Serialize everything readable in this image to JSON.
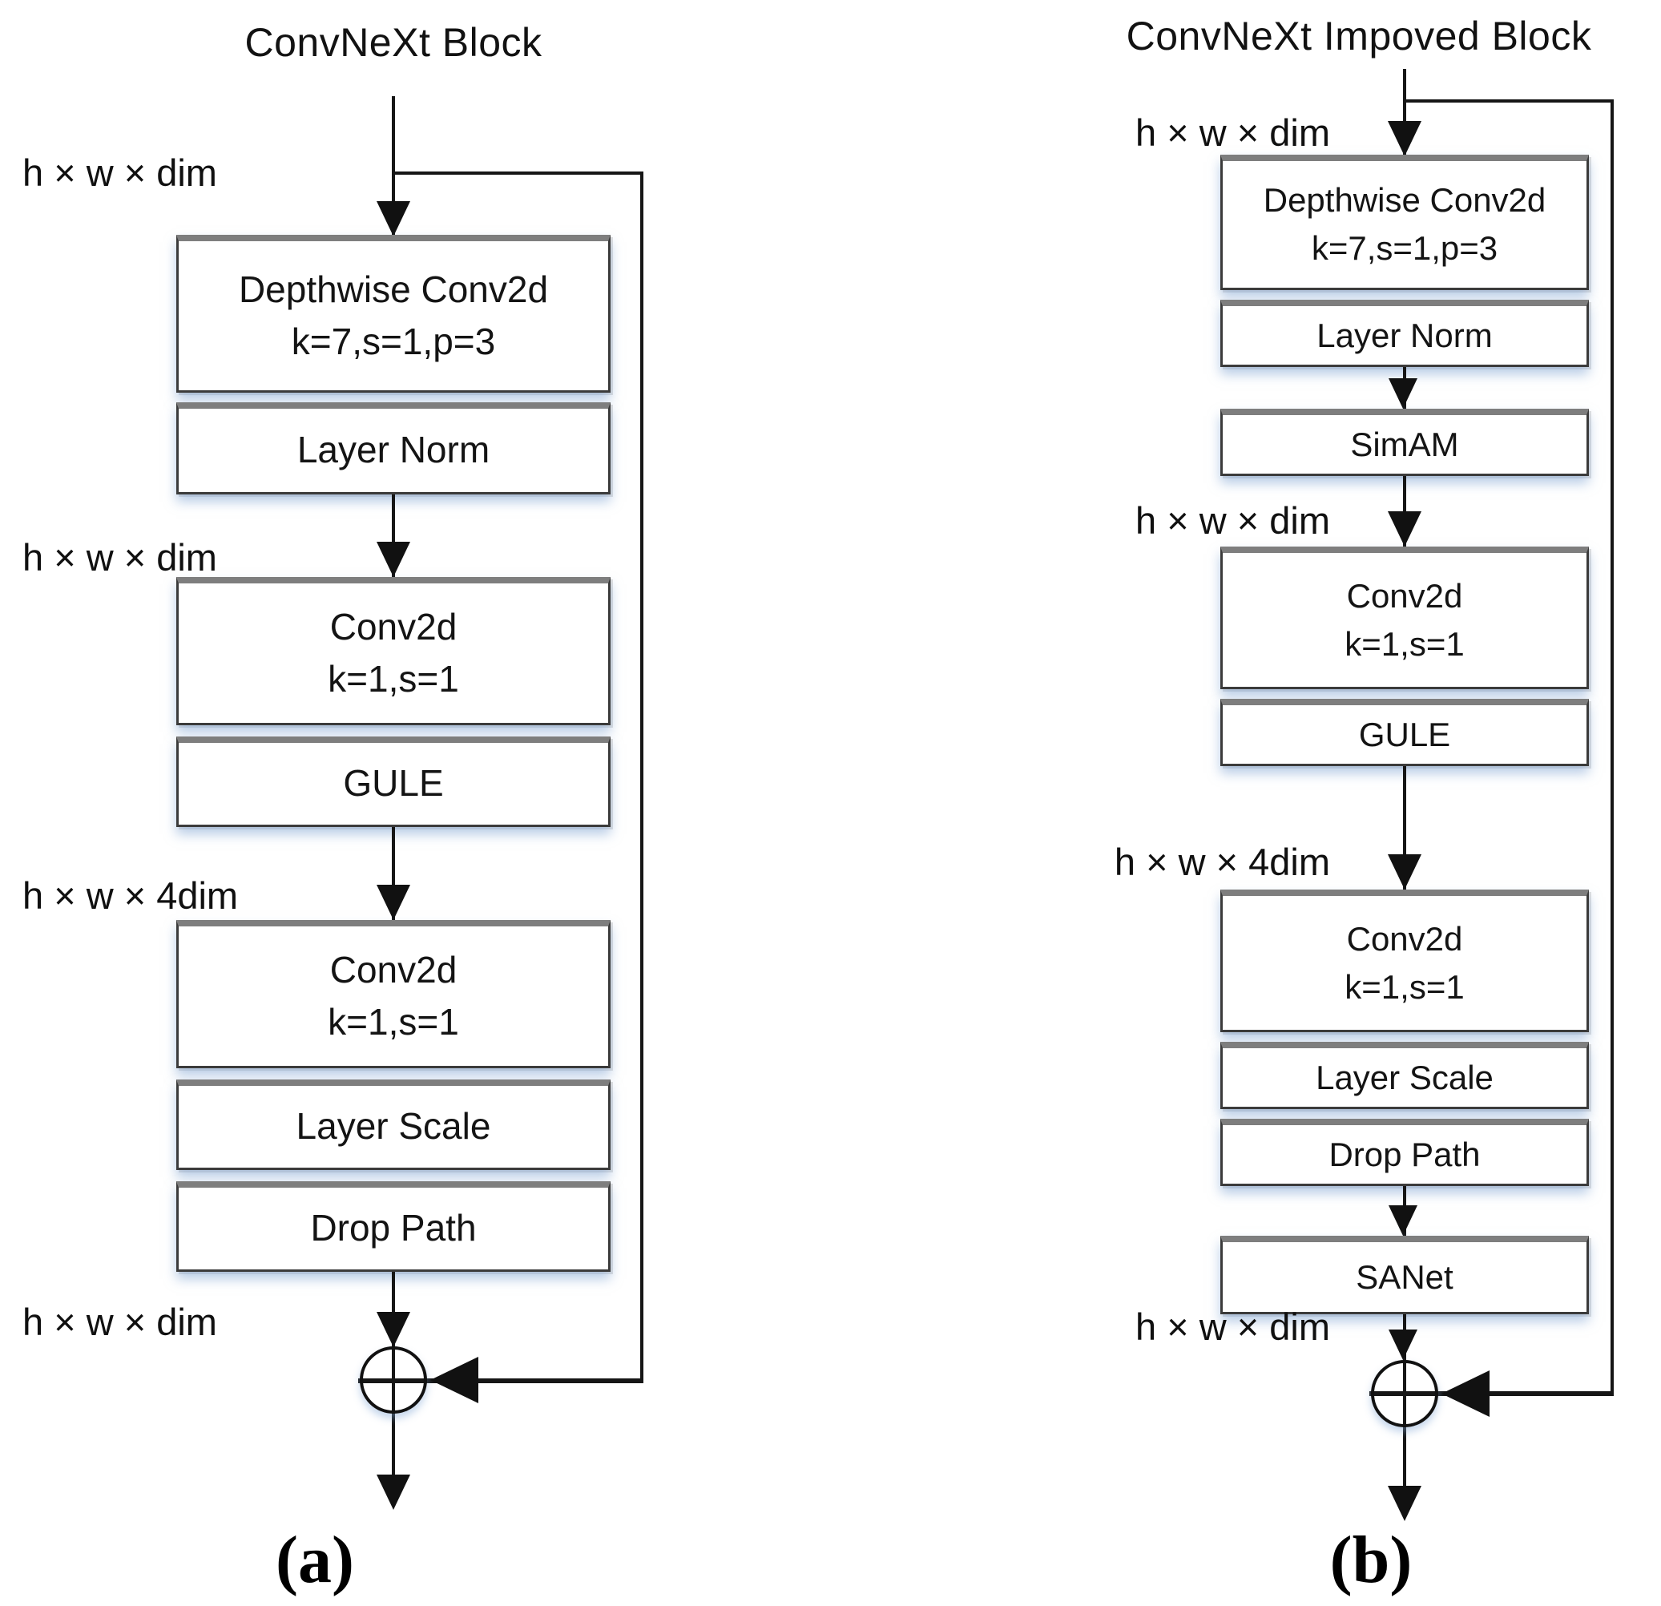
{
  "figure": {
    "type": "flow-diagram",
    "description_colors": {
      "box_border": "#3b3b3b",
      "box_border_top": "#7e7e7e",
      "box_shadow_glow": "#7da2d2",
      "line_color": "#161616",
      "text_color": "#141414",
      "background": "#ffffff"
    }
  },
  "a": {
    "title": "ConvNeXt Block",
    "caption": "(a)",
    "dims": [
      "h × w × dim",
      "h × w × dim",
      "h × w × 4dim",
      "h × w × dim"
    ],
    "blocks": {
      "dwconv": {
        "l1": "Depthwise Conv2d",
        "l2": "k=7,s=1,p=3"
      },
      "ln": "Layer Norm",
      "conv1": {
        "l1": "Conv2d",
        "l2": "k=1,s=1"
      },
      "gule": "GULE",
      "conv2": {
        "l1": "Conv2d",
        "l2": "k=1,s=1"
      },
      "ls": "Layer Scale",
      "dp": "Drop Path"
    }
  },
  "b": {
    "title": "ConvNeXt Impoved Block",
    "caption": "(b)",
    "dims": [
      "h × w × dim",
      "h × w × dim",
      "h × w × 4dim",
      "h × w × dim"
    ],
    "blocks": {
      "dwconv": {
        "l1": "Depthwise Conv2d",
        "l2": "k=7,s=1,p=3"
      },
      "ln": "Layer Norm",
      "simam": "SimAM",
      "conv1": {
        "l1": "Conv2d",
        "l2": "k=1,s=1"
      },
      "gule": "GULE",
      "conv2": {
        "l1": "Conv2d",
        "l2": "k=1,s=1"
      },
      "ls": "Layer Scale",
      "dp": "Drop Path",
      "sanet": "SANet"
    }
  }
}
